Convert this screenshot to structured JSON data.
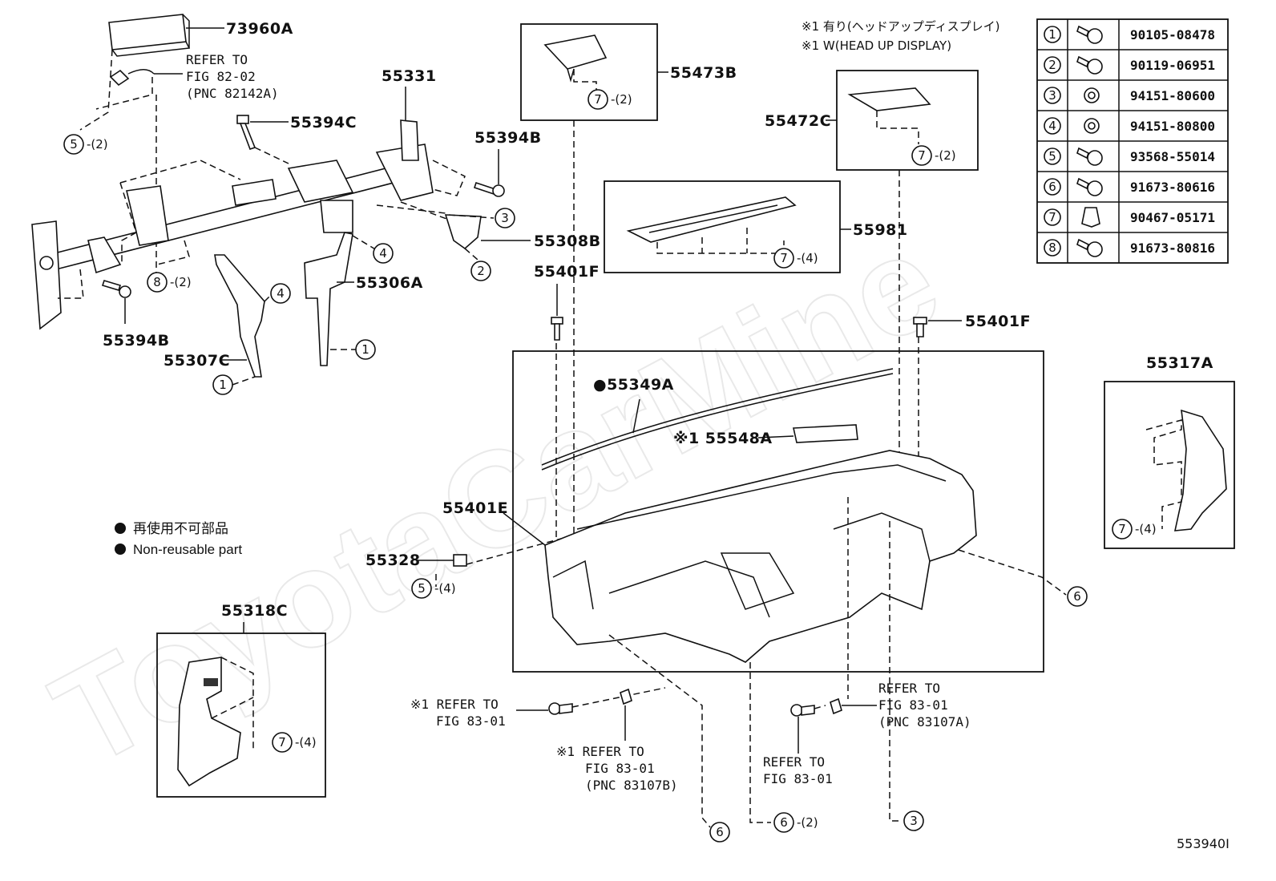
{
  "diagram_id": "553940I",
  "watermark": "ToyotaCarMine",
  "notes": {
    "ja": "※1 有り(ヘッドアップディスプレイ)",
    "en": "※1 W(HEAD UP DISPLAY)"
  },
  "legend": {
    "ja": "再使用不可部品",
    "en": "Non-reusable part"
  },
  "fastener_table": [
    {
      "num": "1",
      "part_no": "90105-08478"
    },
    {
      "num": "2",
      "part_no": "90119-06951"
    },
    {
      "num": "3",
      "part_no": "94151-80600"
    },
    {
      "num": "4",
      "part_no": "94151-80800"
    },
    {
      "num": "5",
      "part_no": "93568-55014"
    },
    {
      "num": "6",
      "part_no": "91673-80616"
    },
    {
      "num": "7",
      "part_no": "90467-05171"
    },
    {
      "num": "8",
      "part_no": "91673-80816"
    }
  ],
  "labels": {
    "p73960A": "73960A",
    "p55331": "55331",
    "p55394C": "55394C",
    "p55394B_top": "55394B",
    "p55394B_left": "55394B",
    "p55308B": "55308B",
    "p55306A": "55306A",
    "p55307C": "55307C",
    "p55473B": "55473B",
    "p55472C": "55472C",
    "p55981": "55981",
    "p55401F_left": "55401F",
    "p55401F_right": "55401F",
    "p55349A": "●55349A",
    "p55548A": "※1 55548A",
    "p55401E": "55401E",
    "p55328": "55328",
    "p55317A": "55317A",
    "p55318C": "55318C"
  },
  "refs": {
    "r1_l1": "REFER TO",
    "r1_l2": "FIG 82-02",
    "r1_l3": "(PNC 82142A)",
    "r2_l1": "※1 REFER TO",
    "r2_l2": "FIG 83-01",
    "r3_l1": "※1 REFER TO",
    "r3_l2": "FIG 83-01",
    "r3_l3": "(PNC 83107B)",
    "r4_l1": "REFER TO",
    "r4_l2": "FIG 83-01",
    "r5_l1": "REFER TO",
    "r5_l2": "FIG 83-01",
    "r5_l3": "(PNC 83107A)"
  },
  "callouts": {
    "c5_top": {
      "num": "5",
      "qty": "-(2)"
    },
    "c8_left": {
      "num": "8",
      "qty": "-(2)"
    },
    "c3_mid": {
      "num": "3",
      "qty": ""
    },
    "c4_a": {
      "num": "4",
      "qty": ""
    },
    "c2_mid": {
      "num": "2",
      "qty": ""
    },
    "c4_b": {
      "num": "4",
      "qty": ""
    },
    "c1_a": {
      "num": "1",
      "qty": ""
    },
    "c1_b": {
      "num": "1",
      "qty": ""
    },
    "c7_473": {
      "num": "7",
      "qty": "-(2)"
    },
    "c7_472": {
      "num": "7",
      "qty": "-(2)"
    },
    "c7_981": {
      "num": "7",
      "qty": "-(4)"
    },
    "c7_317": {
      "num": "7",
      "qty": "-(4)"
    },
    "c7_318": {
      "num": "7",
      "qty": "-(4)"
    },
    "c5_328": {
      "num": "5",
      "qty": "-(4)"
    },
    "c6_right": {
      "num": "6",
      "qty": ""
    },
    "c6_bot1": {
      "num": "6",
      "qty": ""
    },
    "c6_bot2": {
      "num": "6",
      "qty": "-(2)"
    },
    "c3_bot": {
      "num": "3",
      "qty": ""
    }
  }
}
